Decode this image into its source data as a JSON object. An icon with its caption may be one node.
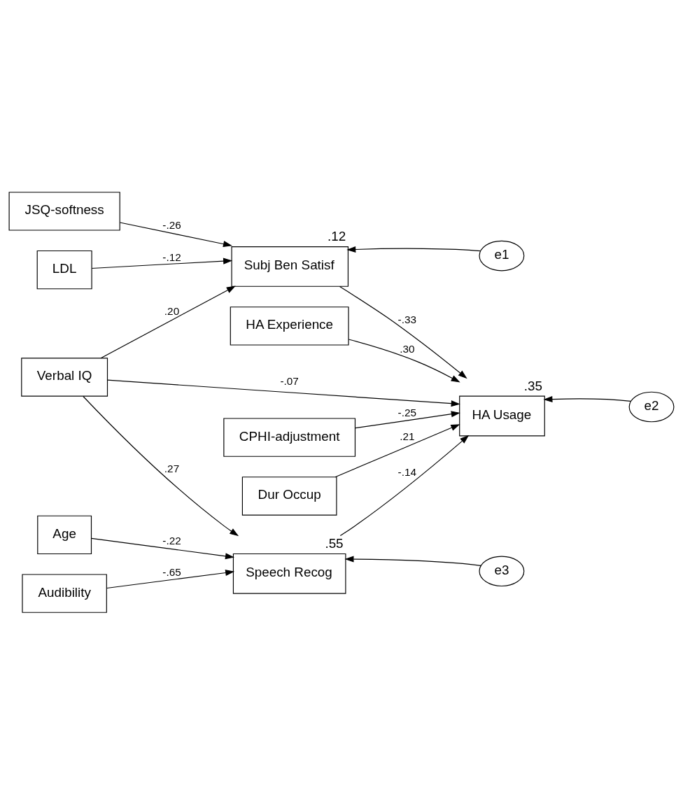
{
  "diagram": {
    "nodes": [
      {
        "text": [
          "JSQ-softness"
        ]
      },
      {
        "text": [
          "Verbal IQ"
        ]
      },
      {
        "text": [
          "LDL"
        ]
      },
      {
        "text": [
          "HA Experience"
        ]
      },
      {
        "text": [
          "CPHI-adjustment"
        ]
      },
      {
        "text": [
          "Dur Occup"
        ]
      },
      {
        "text": [
          "Audibility"
        ]
      },
      {
        "text": [
          "Age"
        ]
      },
      {
        "text": [
          "Subj Ben Satisf"
        ],
        "beside": [
          ".12"
        ]
      },
      {
        "text": [
          "HA Usage"
        ],
        "beside": [
          ".35"
        ]
      },
      {
        "text": [
          "Speech Recog"
        ],
        "beside": [
          ".55"
        ]
      },
      {
        "text": [
          "e1"
        ]
      },
      {
        "text": [
          "e2"
        ]
      },
      {
        "text": [
          "e3"
        ]
      }
    ],
    "edges": [
      {
        "from": 0,
        "to": 8,
        "arrow": "to",
        "label": "-.26"
      },
      {
        "from": 1,
        "to": 8,
        "arrow": "to",
        "label": ".20"
      },
      {
        "from": 2,
        "to": 8,
        "arrow": "to",
        "label": "-.12"
      },
      {
        "from": 1,
        "to": 9,
        "arrow": "to",
        "label": "-.07"
      },
      {
        "from": 1,
        "to": 10,
        "arrow": "to",
        "label": ".27"
      },
      {
        "from": 8,
        "to": 9,
        "arrow": "to",
        "label": "-.33"
      },
      {
        "from": 3,
        "to": 9,
        "arrow": "to",
        "label": ".30"
      },
      {
        "from": 4,
        "to": 9,
        "arrow": "to",
        "label": "-.25"
      },
      {
        "from": 5,
        "to": 9,
        "arrow": "to",
        "label": ".21"
      },
      {
        "from": 10,
        "to": 9,
        "arrow": "to",
        "label": "-.14"
      },
      {
        "from": 6,
        "to": 10,
        "arrow": "to",
        "label": "-.65"
      },
      {
        "from": 7,
        "to": 10,
        "arrow": "to",
        "label": "-.22"
      },
      {
        "from": 11,
        "to": 8,
        "arrow": "to"
      },
      {
        "from": 12,
        "to": 9,
        "arrow": "to"
      },
      {
        "from": 13,
        "to": 10,
        "arrow": "to"
      }
    ]
  }
}
